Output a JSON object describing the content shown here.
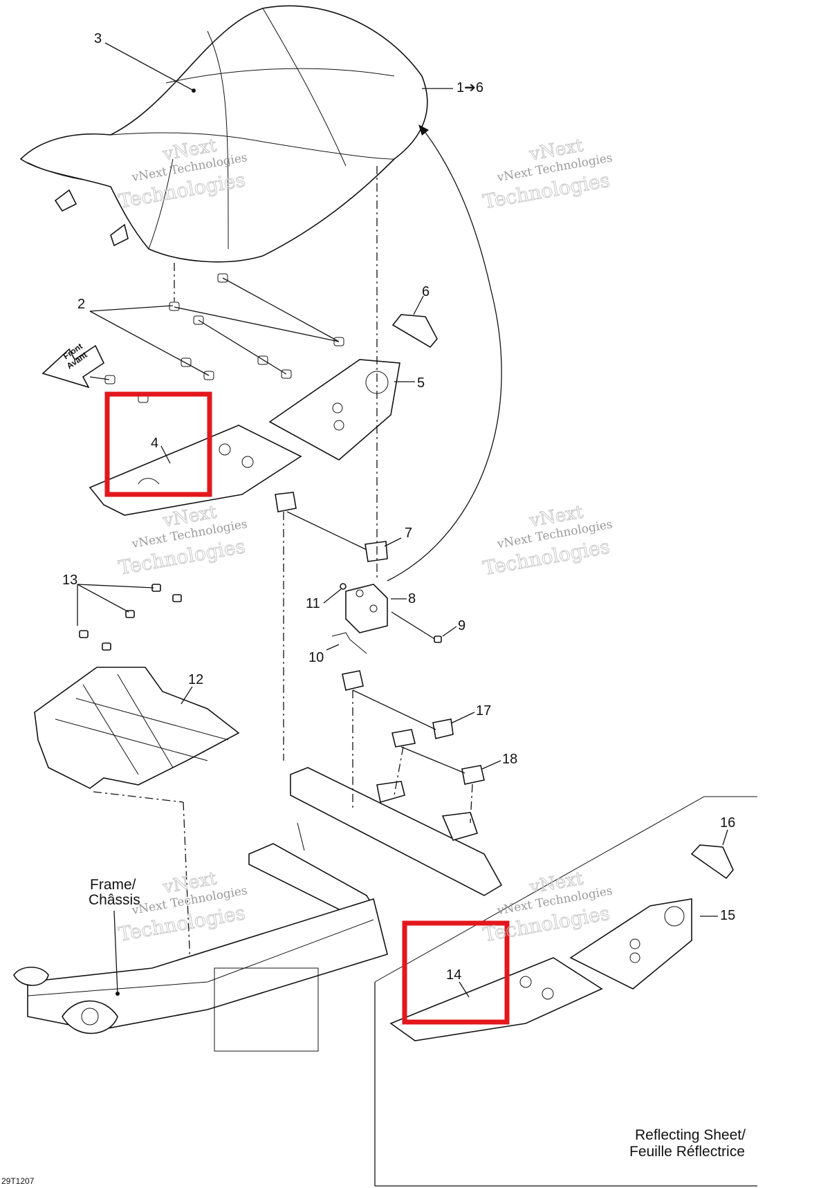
{
  "callouts": {
    "c1": "1➔6",
    "c2": "2",
    "c3": "3",
    "c4": "4",
    "c5": "5",
    "c6": "6",
    "c7": "7",
    "c8": "8",
    "c9": "9",
    "c10": "10",
    "c11": "11",
    "c12": "12",
    "c13": "13",
    "c14": "14",
    "c15": "15",
    "c16": "16",
    "c17": "17",
    "c18": "18"
  },
  "labels": {
    "front_line1": "Front",
    "front_line2": "Avant",
    "frame_line1": "Frame/",
    "frame_line2": "Châssis",
    "reflect_line1": "Reflecting Sheet/",
    "reflect_line2": "Feuille Réflectrice",
    "drawing_code": "29T1207"
  },
  "watermark": {
    "line1": "vNext",
    "line2": "vNext Technologies",
    "line3": "Technologies"
  },
  "colors": {
    "highlight": "#e3171c",
    "ink": "#111111",
    "watermark": "#c8c8c8"
  }
}
